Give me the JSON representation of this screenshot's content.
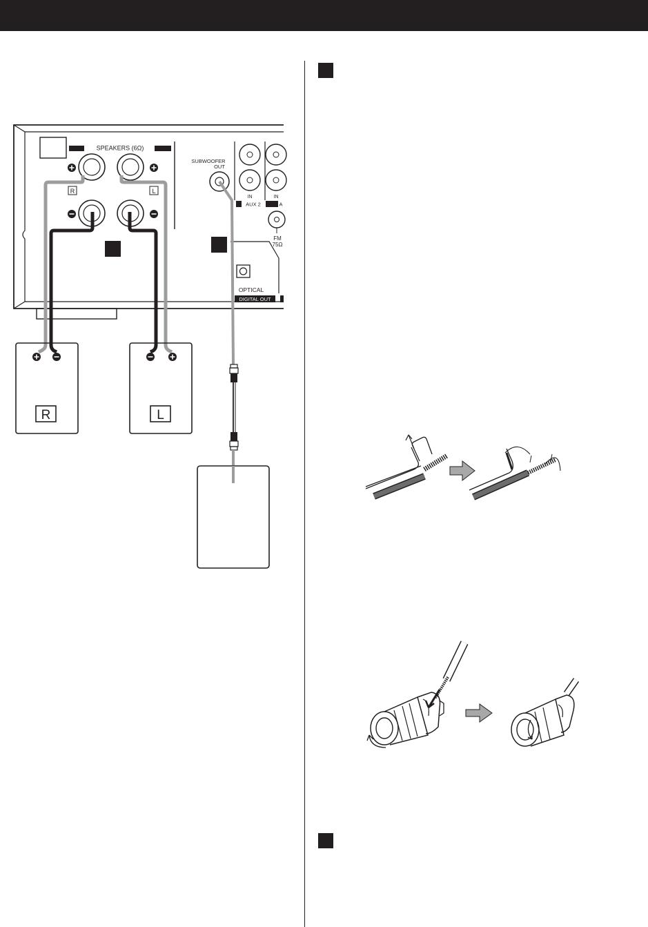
{
  "panel": {
    "speakers_label": "SPEAKERS (6Ω)",
    "channel_r": "R",
    "channel_l": "L",
    "subwoofer_label": "SUBWOOFER",
    "subwoofer_out": "OUT",
    "in_label_1": "IN",
    "in_label_2": "IN",
    "aux2_label": "AUX 2",
    "aux_partial": "A",
    "fm_label": "FM",
    "fm_ohm": "75Ω",
    "optical_label": "OPTICAL",
    "digital_out_label": "DIGITAL OUT"
  },
  "speakers": {
    "right_label": "R",
    "left_label": "L"
  },
  "icons": {
    "plus": "plus-terminal-icon",
    "minus": "minus-terminal-icon",
    "arrow": "right-arrow-icon"
  },
  "colors": {
    "ink": "#231f20",
    "gray_cable": "#9d9d9d",
    "arrow_fill": "#a8a8a8"
  }
}
